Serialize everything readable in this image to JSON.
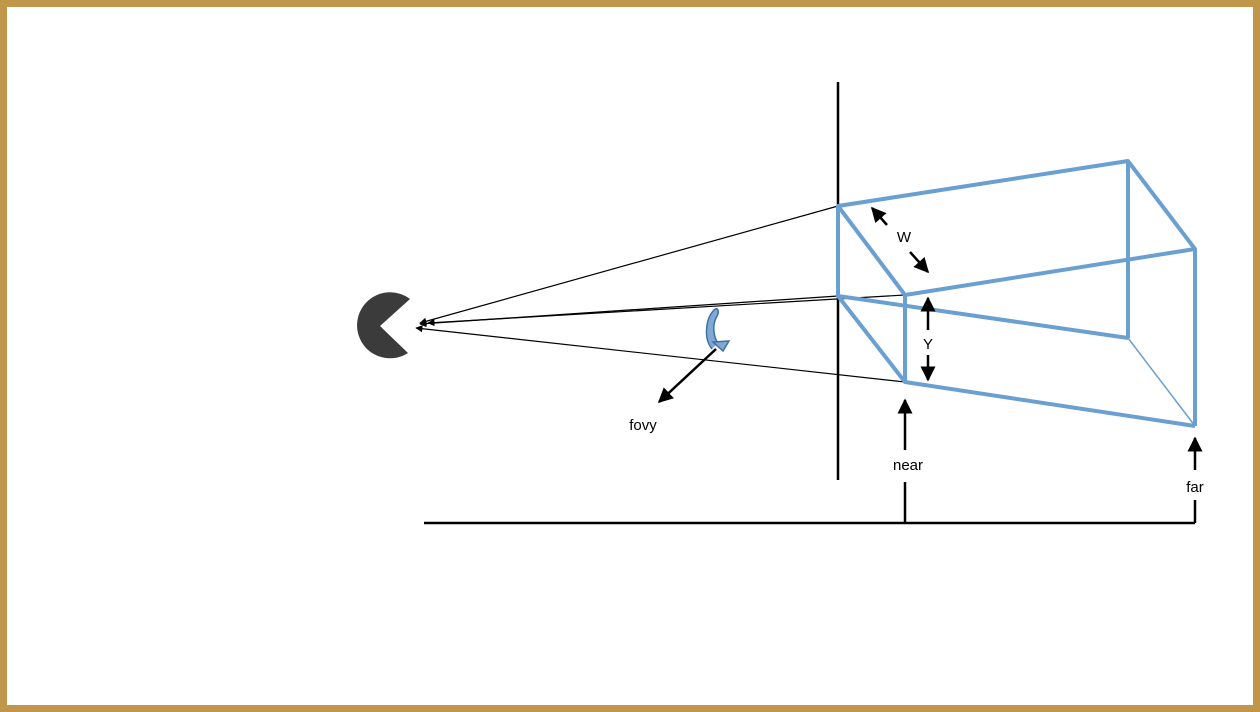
{
  "diagram": {
    "labels": {
      "w": "W",
      "y": "Y",
      "fovy": "fovy",
      "near": "near",
      "far": "far"
    },
    "colors": {
      "frame_border": "#c0964a",
      "frustum": "#6a9fd2",
      "eye": "#3b3b3b",
      "line": "#000000"
    },
    "icons": {
      "eye": "pacman-eye-icon",
      "rotation": "curved-rotation-arrow-icon"
    }
  }
}
